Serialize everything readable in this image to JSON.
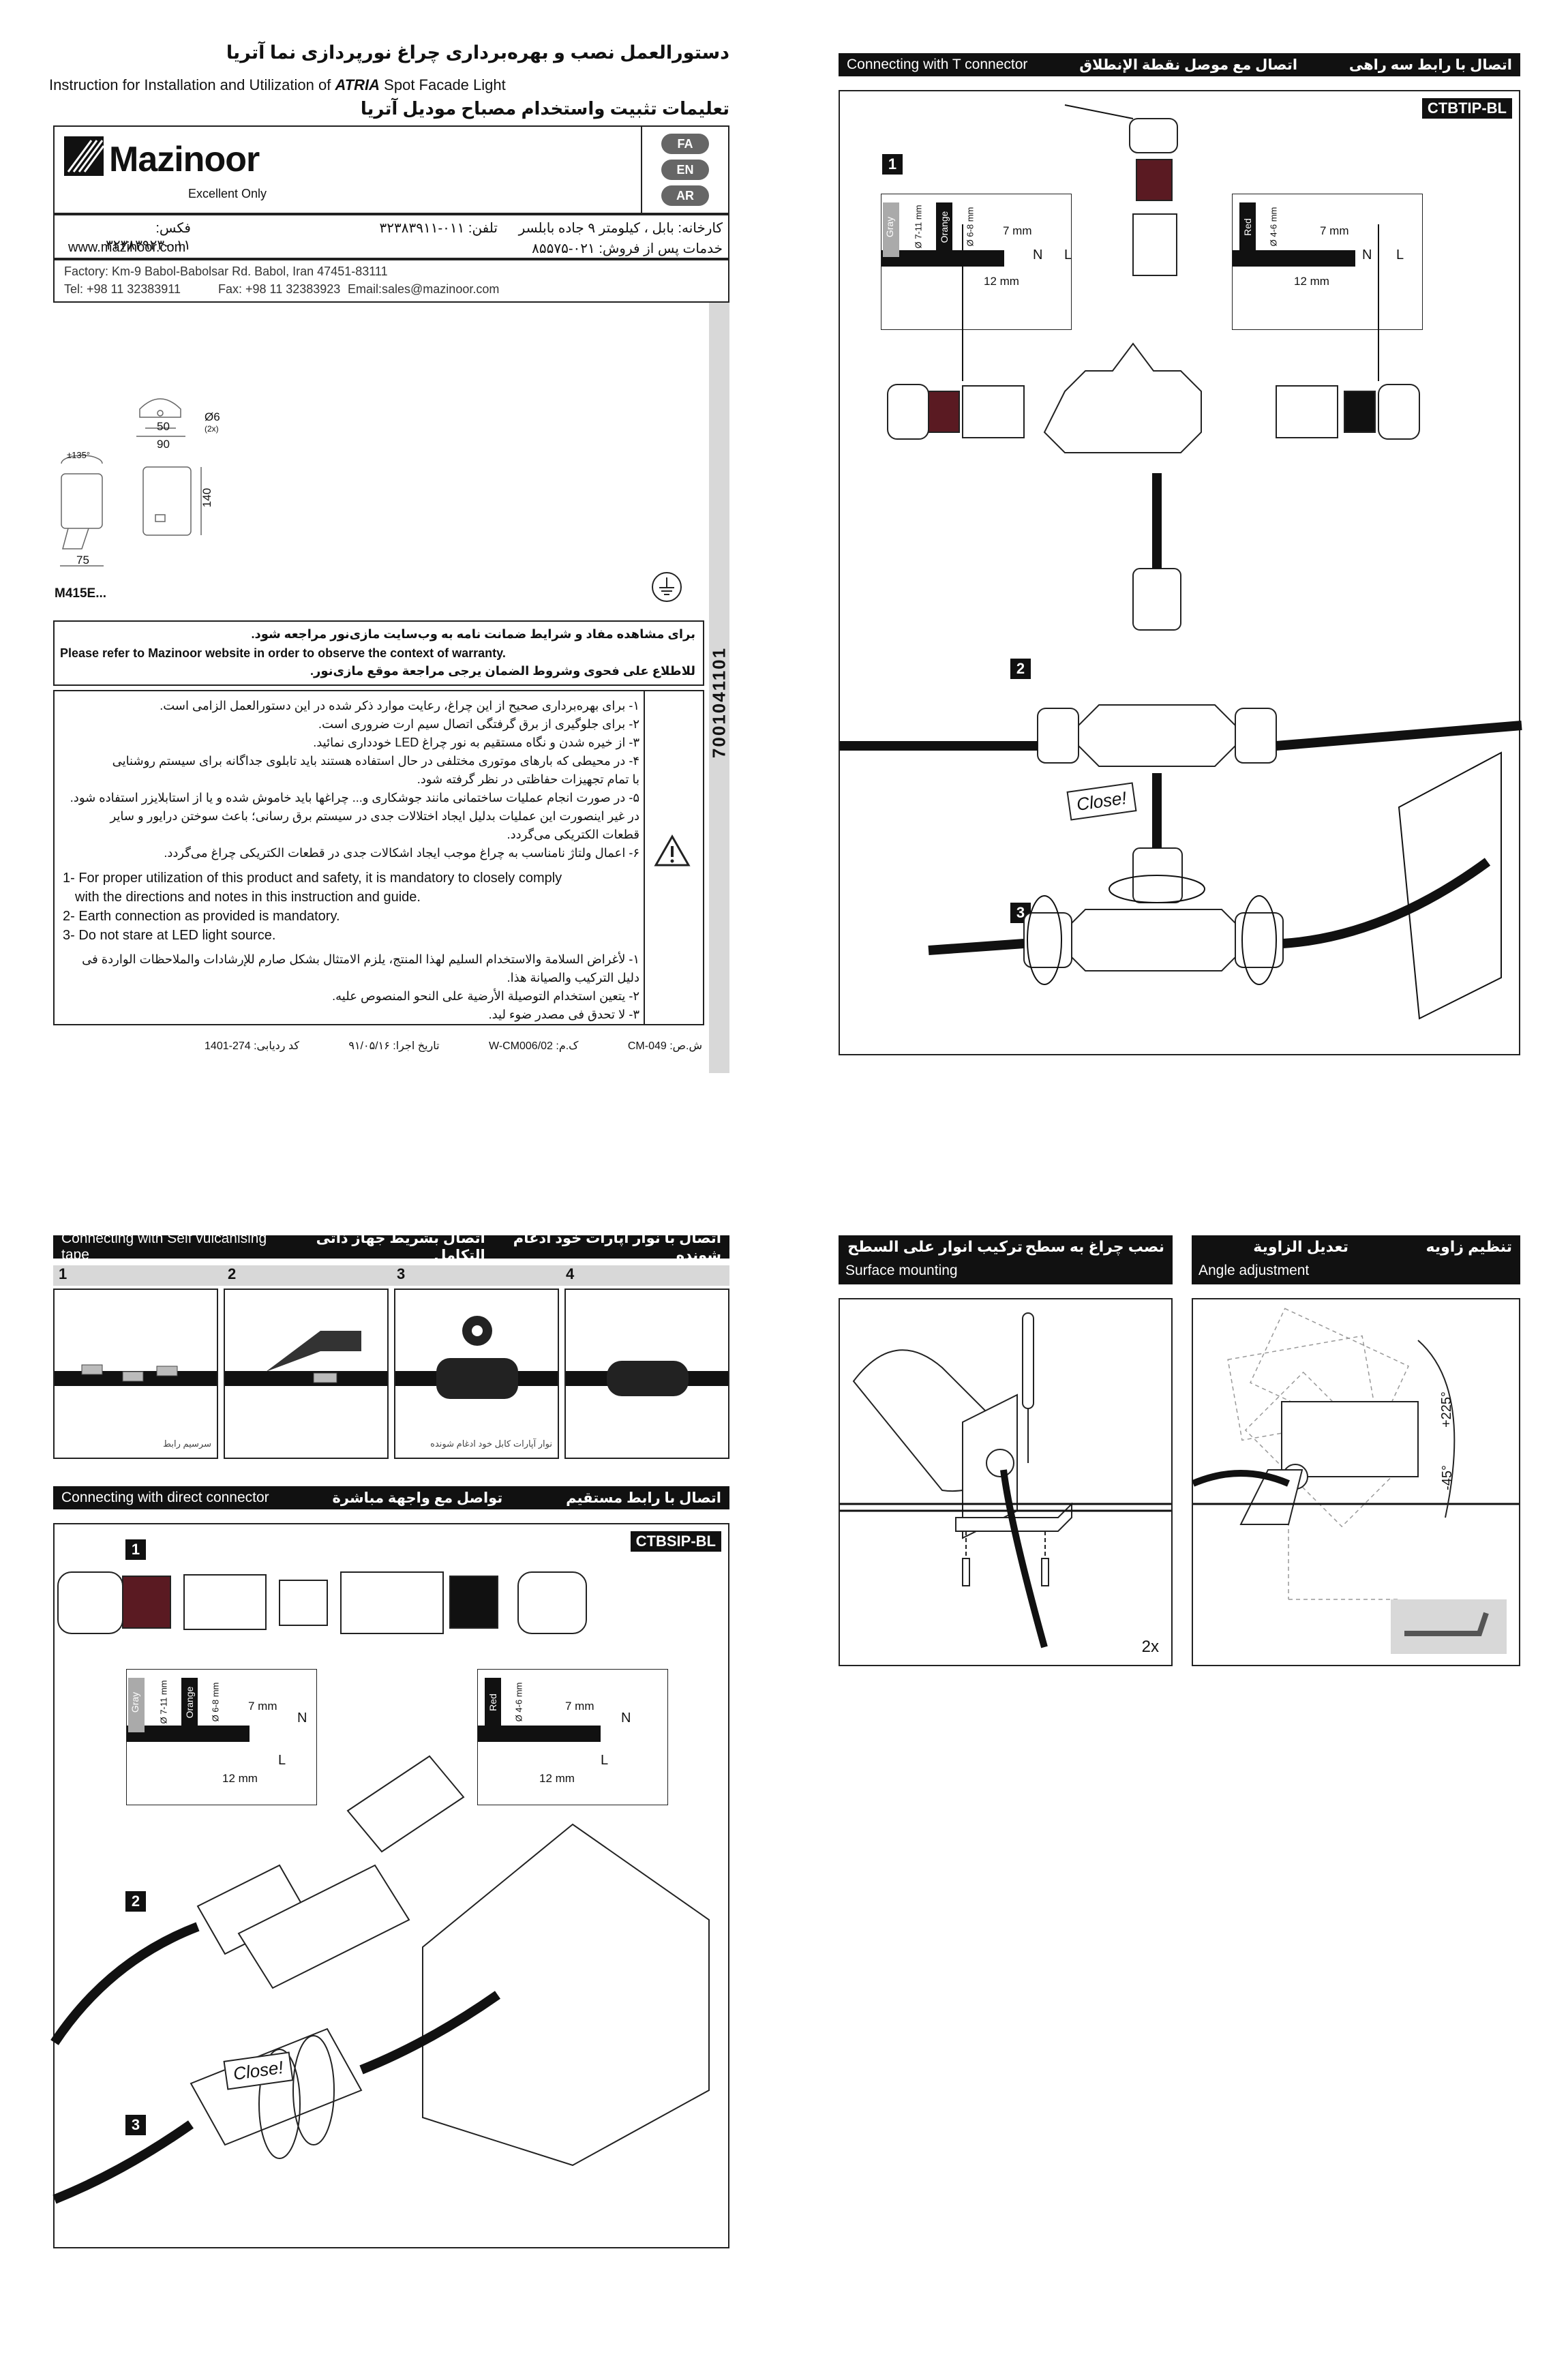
{
  "doc": {
    "title_fa": "دستورالعمل نصب و بهره‌برداری چراغ نورپردازی نما آتریا",
    "title_en_prefix": "Instruction for Installation and Utilization of",
    "title_en_brand": "ATRIA",
    "title_en_suffix": "Spot Facade Light",
    "title_ar": "تعلیمات تثبیت واستخدام مصباح موديل آتريا",
    "logo_name": "Mazinoor",
    "logo_tagline": "Excellent Only",
    "lang_tabs": [
      "FA",
      "EN",
      "AR"
    ],
    "fax_fa": "فکس: ۰۱۱-۳۲۳۸۳۹۲۳",
    "phone_fa": "تلفن: ۰۱۱-۳۲۳۸۳۹۱۱",
    "address_fa": "کارخانه: بابل ، کیلومتر ۹ جاده بابلسر",
    "website": "www.mazinoor.com",
    "service_fa": "خدمات پس از فروش: ۰۲۱-۸۵۵۷۵",
    "factory_en": "Factory: Km-9 Babol-Babolsar Rd. Babol, Iran 47451-83111",
    "tel_en": "Tel:   +98 11 32383911",
    "fax_en": "Fax: +98 11 32383923",
    "email_en": "Email:sales@mazinoor.com",
    "serial": "7001041101",
    "dims": {
      "d6": "Ø6",
      "d6sub": "(2x)",
      "w50": "50",
      "w90": "90",
      "h140": "140",
      "w75": "75",
      "angle": "±135°"
    },
    "model": "M415E...",
    "warranty_fa": "برای مشاهده مفاد و شرایط ضمانت نامه به وب‌سایت مازی‌نور مراجعه شود.",
    "warranty_en": "Please refer to Mazinoor website in order to observe the context of warranty.",
    "warranty_ar": "للاطلاع علی فحوی وشروط الضمان یرجی مراجعة موقع مازی‌نور.",
    "notes_fa": [
      "۱- برای بهره‌برداری صحیح از این چراغ، رعایت موارد ذکر شده در این دستورالعمل الزامی است.",
      "۲- برای جلوگیری از برق گرفتگی اتصال سیم ارت ضروری است.",
      "۳- از خیره شدن و نگاه مستقیم به نور چراغ LED خودداری نمائید.",
      "۴- در محیطی که بارهای موتوری مختلفی در حال استفاده هستند باید تابلوی جداگانه برای سیستم روشنایی",
      "با تمام تجهیزات حفاظتی در نظر گرفته شود.",
      "۵- در صورت انجام عملیات ساختمانی مانند جوشکاری و... چراغها باید خاموش شده و یا از استابلایزر استفاده شود.",
      "در غیر اینصورت این عملیات بدلیل ایجاد اختلالات جدی در سیستم برق رسانی؛ باعث سوختن درایور و سایر",
      "قطعات الکتریکی می‌گردد.",
      "۶- اعمال ولتاژ نامناسب به چراغ موجب ایجاد اشکالات جدی در قطعات الکتریکی چراغ می‌گردد."
    ],
    "notes_en": [
      "1- For proper utilization of this product and safety, it is mandatory to closely comply",
      "with the directions and notes in this instruction and guide.",
      "2- Earth connection as provided is mandatory.",
      "3- Do not stare at LED light source."
    ],
    "notes_ar": [
      "۱- لأغراض السلامة والاستخدام السلیم لهذا المنتج، یلزم الامتثال بشکل صارم للإرشادات والملاحظات الواردة فی",
      "دلیل الترکیب والصیانة هذا.",
      "۲- یتعین استخدام التوصیلة الأرضیة علی النحو المنصوص علیه.",
      "۳- لا تحدق فی مصدر ضوء لید."
    ],
    "footer": {
      "code1": "ش.ص: CM-049",
      "code2": "ک.م: W-CM006/02",
      "date": "تاریخ اجرا: ۹۱/۰۵/۱۶",
      "track": "کد ردیابی: 274-1401"
    }
  },
  "t_connector": {
    "title_en": "Connecting with T connector",
    "title_ar": "اتصال مع موصل نقطة الإنطلاق",
    "title_fa": "اتصال با رابط سه راهی",
    "code": "CTBTIP-BL",
    "steps": [
      "1",
      "2",
      "3"
    ],
    "wire_left": {
      "color1": "Gray",
      "spec1": "Ø 7-11 mm",
      "color2": "Orange",
      "spec2": "Ø 6-8 mm",
      "strip": "7 mm",
      "jacket": "12 mm",
      "n": "N",
      "l": "L"
    },
    "wire_right": {
      "color1": "Red",
      "spec1": "Ø 4-6 mm",
      "strip": "7 mm",
      "jacket": "12 mm",
      "n": "N",
      "l": "L"
    },
    "close": "Close!"
  },
  "tape": {
    "title_en": "Connecting with Self vulcanising tape",
    "title_ar": "اتصال بشريط جهاز ذاتی التكامل",
    "title_fa": "اتصال با نوار آپارات خود ادغام شونده",
    "steps": [
      "1",
      "2",
      "3",
      "4"
    ],
    "caption1": "سرسیم رابط",
    "caption3": "نوار آپارات کابل خود ادغام شونده"
  },
  "direct": {
    "title_en": "Connecting with direct connector",
    "title_ar": "تواصل مع واجهة مباشرة",
    "title_fa": "اتصال با رابط مستقیم",
    "code": "CTBSIP-BL",
    "steps": [
      "1",
      "2",
      "3"
    ],
    "wire_left": {
      "color1": "Gray",
      "spec1": "Ø 7-11 mm",
      "color2": "Orange",
      "spec2": "Ø 6-8 mm",
      "strip": "7 mm",
      "jacket": "12 mm",
      "n": "N",
      "l": "L"
    },
    "wire_right": {
      "color1": "Red",
      "spec1": "Ø 4-6 mm",
      "strip": "7 mm",
      "jacket": "12 mm",
      "n": "N",
      "l": "L"
    },
    "close": "Close!"
  },
  "surface": {
    "title_fa": "نصب چراغ به سطح",
    "title_ar": "تركيب انوار على السطح",
    "title_en": "Surface mounting",
    "qty": "2x"
  },
  "angle": {
    "title_fa": "تنظیم زاویه",
    "title_ar": "تعديل الزاوية",
    "title_en": "Angle adjustment",
    "plus": "+225°",
    "minus": "-45°"
  },
  "colors": {
    "dark": "#111111",
    "gray_strip": "#d8d8d8",
    "flag": "#666666",
    "accent_red": "#5a1a22"
  }
}
